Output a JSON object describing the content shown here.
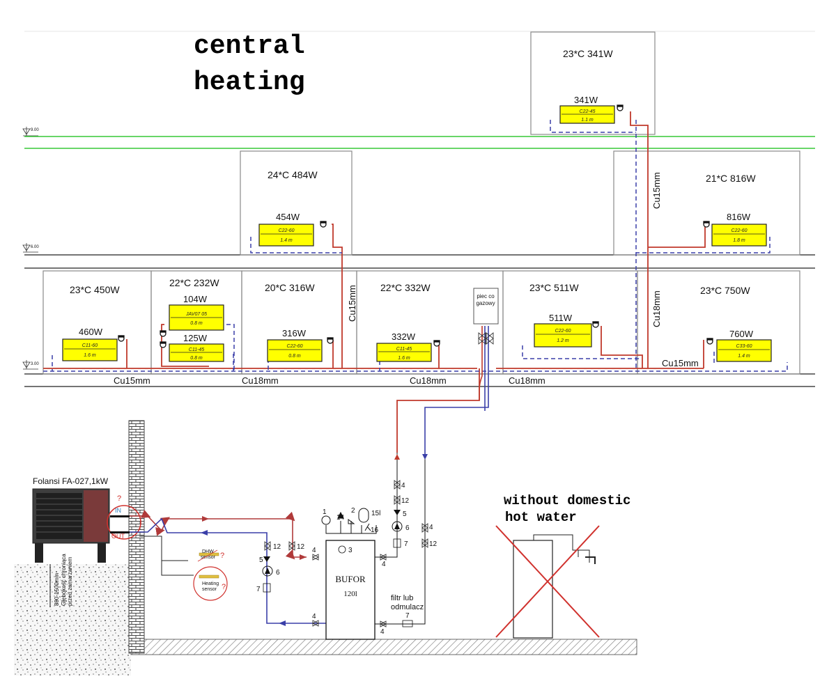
{
  "headline": [
    "central",
    "heating"
  ],
  "level_marks": [
    "9.00",
    "6.00",
    "3.00"
  ],
  "rooms": [
    {
      "id": "attic",
      "label": "23*C  341W"
    },
    {
      "id": "r24",
      "label": "24*C  484W"
    },
    {
      "id": "r21",
      "label": "21*C 816W"
    },
    {
      "id": "r23a",
      "label": "23*C  450W"
    },
    {
      "id": "r22a",
      "label": "22*C 232W"
    },
    {
      "id": "r20",
      "label": "20*C  316W"
    },
    {
      "id": "r22b",
      "label": "22*C  332W"
    },
    {
      "id": "r23b",
      "label": "23*C  511W"
    },
    {
      "id": "r23c",
      "label": "23*C  750W"
    }
  ],
  "radiators": [
    {
      "id": "rad-attic",
      "power": "341W",
      "model": "C22-45",
      "length": "1.1 m"
    },
    {
      "id": "rad-24",
      "power": "454W",
      "model": "C22-60",
      "length": "1.4 m"
    },
    {
      "id": "rad-21",
      "power": "816W",
      "model": "C22-60",
      "length": "1.8 m"
    },
    {
      "id": "rad-23a",
      "power": "460W",
      "model": "C11-60",
      "length": "1.6 m"
    },
    {
      "id": "rad-22a-top",
      "power": "104W",
      "model": "JAV07 05",
      "length": "0.8 m"
    },
    {
      "id": "rad-22a-bot",
      "power": "125W",
      "model": "C11-45",
      "length": "0.8 m"
    },
    {
      "id": "rad-20",
      "power": "316W",
      "model": "C22-60",
      "length": "0.8 m"
    },
    {
      "id": "rad-22b",
      "power": "332W",
      "model": "C11-45",
      "length": "1.6 m"
    },
    {
      "id": "rad-23b",
      "power": "511W",
      "model": "C22-60",
      "length": "1.2 m"
    },
    {
      "id": "rad-23c",
      "power": "760W",
      "model": "C33-60",
      "length": "1.4 m"
    }
  ],
  "pipes": {
    "riser_top": "Cu15mm",
    "riser_mid": "Cu15mm",
    "riser_right": "Cu18mm",
    "floor_right": "Cu15mm",
    "bottom": [
      "Cu15mm",
      "Cu18mm",
      "Cu18mm",
      "Cu18mm"
    ]
  },
  "boiler": {
    "line1": "piec co",
    "line2": "gazowy"
  },
  "heat_pump": {
    "name": "Folansi FA-027,1kW",
    "in_label": "IN",
    "out_label": "OUT",
    "question": "?"
  },
  "ground": {
    "depth": "800-1500mm",
    "note1": "Głębokość chroniąca",
    "note2": "przed zamarzaniem"
  },
  "sensors": {
    "dhw1": "DHW",
    "dhw2": "sensor",
    "heat1": "Heating",
    "heat2": "sensor",
    "q": "?"
  },
  "buffer": {
    "name": "BUFOR",
    "volume": "120l"
  },
  "fittings": {
    "n1": "1",
    "n2": "2",
    "n3": "3",
    "n4": "4",
    "n5": "5",
    "n6": "6",
    "n7": "7",
    "n12": "12",
    "n14": "14",
    "n15": "15l",
    "n16": "16"
  },
  "filter": {
    "line1": "filtr lub",
    "line2": "odmulacz"
  },
  "dhw_note": [
    "without domestic",
    "hot water"
  ],
  "colors": {
    "supply": "#c0392b",
    "return": "#3a3fa8",
    "level": "#37c837",
    "cross": "#d0312d"
  }
}
